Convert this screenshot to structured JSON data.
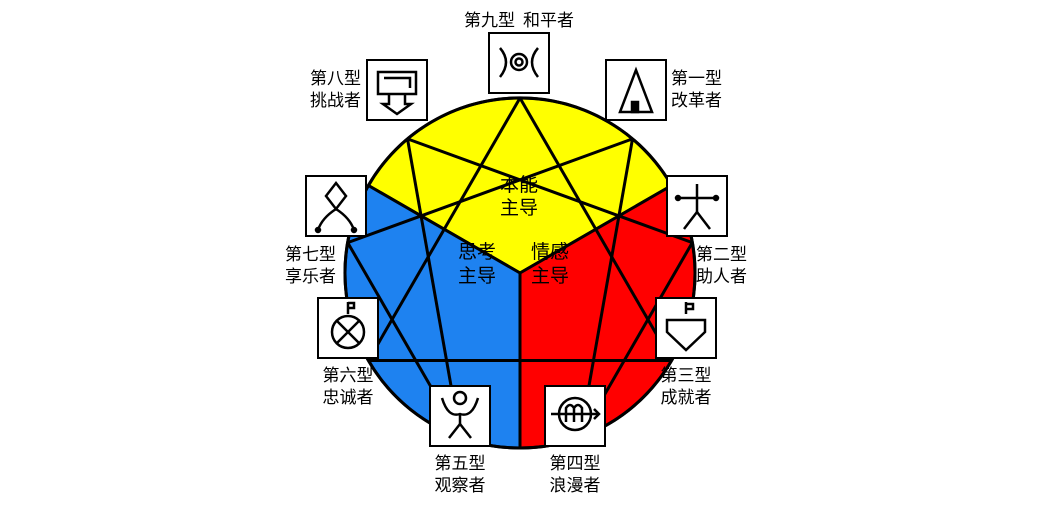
{
  "diagram": {
    "colors": {
      "instinct": "#ffff00",
      "thinking": "#1e82f0",
      "feeling": "#ff0000",
      "outline": "#000000",
      "box_fill": "#ffffff"
    },
    "centers": [
      {
        "key": "instinct",
        "line1": "本能",
        "line2": "主导"
      },
      {
        "key": "thinking",
        "line1": "思考",
        "line2": "主导"
      },
      {
        "key": "feeling",
        "line1": "情感",
        "line2": "主导"
      }
    ],
    "types": [
      {
        "id": 9,
        "line1": "第九型",
        "line2": "和平者",
        "icon": "harmony-circles-icon"
      },
      {
        "id": 1,
        "line1": "第一型",
        "line2": "改革者",
        "icon": "reformer-triangle-icon"
      },
      {
        "id": 2,
        "line1": "第二型",
        "line2": "助人者",
        "icon": "helper-figure-icon"
      },
      {
        "id": 3,
        "line1": "第三型",
        "line2": "成就者",
        "icon": "achiever-spinning-top-icon"
      },
      {
        "id": 4,
        "line1": "第四型",
        "line2": "浪漫者",
        "icon": "romantic-circle-arrow-icon"
      },
      {
        "id": 5,
        "line1": "第五型",
        "line2": "观察者",
        "icon": "observer-figure-icon"
      },
      {
        "id": 6,
        "line1": "第六型",
        "line2": "忠诚者",
        "icon": "loyalist-crossed-circle-icon"
      },
      {
        "id": 7,
        "line1": "第七型",
        "line2": "享乐者",
        "icon": "enthusiast-diamond-figure-icon"
      },
      {
        "id": 8,
        "line1": "第八型",
        "line2": "挑战者",
        "icon": "challenger-box-arrow-icon"
      }
    ],
    "connections": [
      [
        9,
        3
      ],
      [
        3,
        6
      ],
      [
        6,
        9
      ],
      [
        1,
        4
      ],
      [
        4,
        2
      ],
      [
        2,
        8
      ],
      [
        8,
        5
      ],
      [
        5,
        7
      ],
      [
        7,
        1
      ]
    ]
  }
}
